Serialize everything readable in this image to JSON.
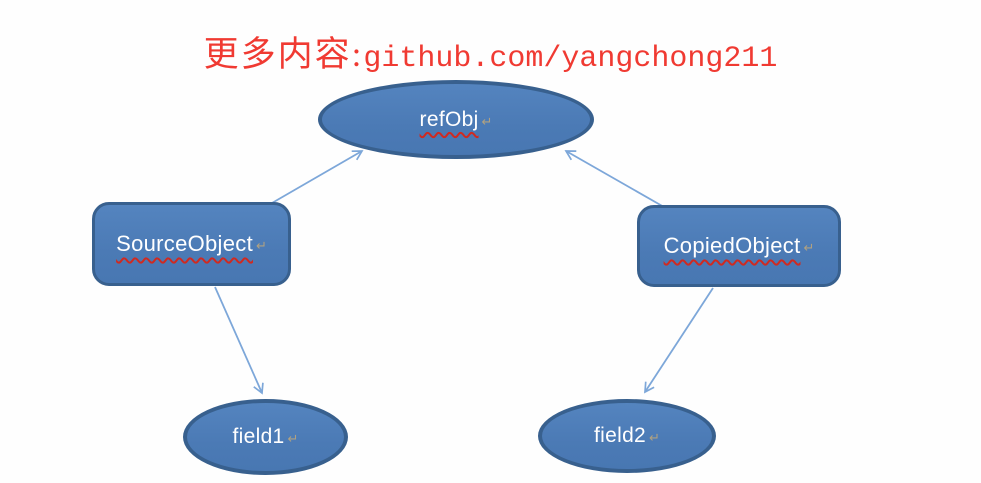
{
  "header": {
    "prefix": "更多内容:",
    "url": "github.com/yangchong211"
  },
  "nodes": {
    "refObj": {
      "label": "refObj",
      "return_mark": "↵"
    },
    "source": {
      "label": "SourceObject",
      "return_mark": "↵"
    },
    "copied": {
      "label": "CopiedObject",
      "return_mark": "↵"
    },
    "field1": {
      "label": "field1",
      "return_mark": "↵"
    },
    "field2": {
      "label": "field2",
      "return_mark": "↵"
    }
  },
  "connectors": [
    {
      "from": "SourceObject",
      "to": "refObj"
    },
    {
      "from": "CopiedObject",
      "to": "refObj"
    },
    {
      "from": "SourceObject",
      "to": "field1"
    },
    {
      "from": "CopiedObject",
      "to": "field2"
    }
  ],
  "colors": {
    "node_fill": "#4f81bd",
    "node_border": "#38608e",
    "connector": "#7da7d9",
    "header_text": "#f03a32",
    "node_text": "#ffffff",
    "spellcheck_squiggle": "#cf2a21",
    "background": "#fefefe"
  }
}
